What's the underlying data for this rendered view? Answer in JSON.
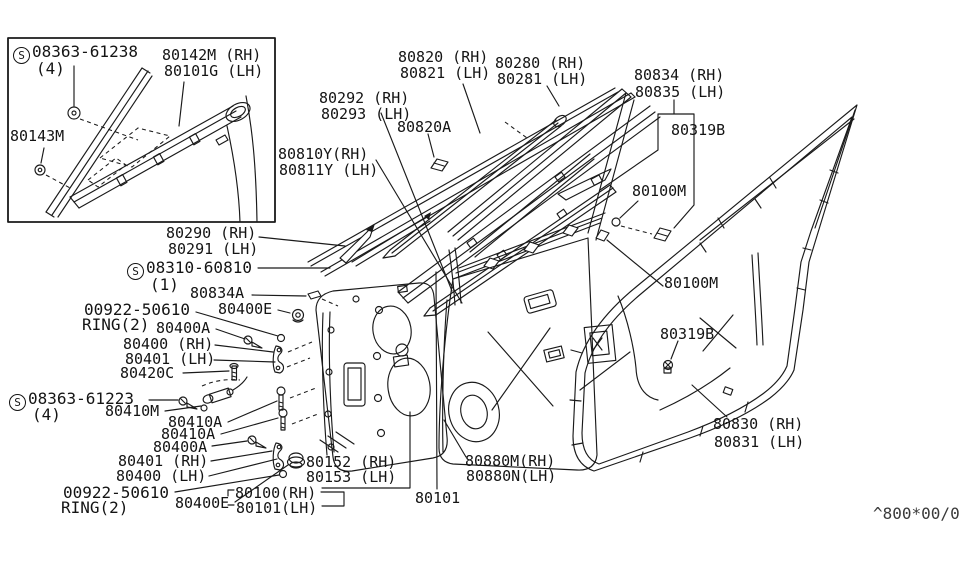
{
  "diagram": {
    "screw_symbol": "S",
    "watermark": "^800*00/0",
    "labels": [
      {
        "name": "inset-screw-code",
        "text": "08363-61238"
      },
      {
        "name": "inset-screw-qty",
        "text": "(4)"
      },
      {
        "name": "part-80142m",
        "text": "80142M (RH)"
      },
      {
        "name": "part-80101g",
        "text": "80101G (LH)"
      },
      {
        "name": "part-80143m",
        "text": "80143M"
      },
      {
        "name": "part-80292",
        "text": "80292 (RH)"
      },
      {
        "name": "part-80293",
        "text": "80293 (LH)"
      },
      {
        "name": "part-80820",
        "text": "80820 (RH)"
      },
      {
        "name": "part-80821",
        "text": "80821 (LH)"
      },
      {
        "name": "part-80280",
        "text": "80280 (RH)"
      },
      {
        "name": "part-80281",
        "text": "80281 (LH)"
      },
      {
        "name": "part-80820a",
        "text": "80820A"
      },
      {
        "name": "part-80810y",
        "text": "80810Y(RH)"
      },
      {
        "name": "part-80811y",
        "text": "80811Y (LH)"
      },
      {
        "name": "part-80834",
        "text": "80834 (RH)"
      },
      {
        "name": "part-80835",
        "text": "80835 (LH)"
      },
      {
        "name": "part-80319b-top",
        "text": "80319B"
      },
      {
        "name": "part-80100m-upper",
        "text": "80100M"
      },
      {
        "name": "part-80100m-lower",
        "text": "80100M"
      },
      {
        "name": "part-80319b-lower",
        "text": "80319B"
      },
      {
        "name": "part-80290",
        "text": "80290 (RH)"
      },
      {
        "name": "part-80291",
        "text": "80291 (LH)"
      },
      {
        "name": "screw-code-60810",
        "text": "08310-60810"
      },
      {
        "name": "screw-qty-60810",
        "text": "(1)"
      },
      {
        "name": "part-80834a",
        "text": "80834A"
      },
      {
        "name": "ring-code-upper",
        "text": "00922-50610"
      },
      {
        "name": "ring-qty-upper",
        "text": "RING(2)"
      },
      {
        "name": "part-80400e-upper",
        "text": "80400E"
      },
      {
        "name": "part-80400a-upper",
        "text": "80400A"
      },
      {
        "name": "part-80400-rh",
        "text": "80400 (RH)"
      },
      {
        "name": "part-80401-lh",
        "text": "80401 (LH)"
      },
      {
        "name": "part-80420c",
        "text": "80420C"
      },
      {
        "name": "screw-code-61223",
        "text": "08363-61223"
      },
      {
        "name": "screw-qty-61223",
        "text": "(4)"
      },
      {
        "name": "part-80410m",
        "text": "80410M"
      },
      {
        "name": "part-80410a-1",
        "text": "80410A"
      },
      {
        "name": "part-80410a-2",
        "text": "80410A"
      },
      {
        "name": "part-80400a-lower",
        "text": "80400A"
      },
      {
        "name": "part-80401-rh",
        "text": "80401 (RH)"
      },
      {
        "name": "part-80400-lh",
        "text": "80400 (LH)"
      },
      {
        "name": "ring-code-lower",
        "text": "00922-50610"
      },
      {
        "name": "ring-qty-lower",
        "text": "RING(2)"
      },
      {
        "name": "part-80400e-lower",
        "text": "80400E"
      },
      {
        "name": "part-80100-rh",
        "text": "80100(RH)"
      },
      {
        "name": "part-80101-lh",
        "text": "80101(LH)"
      },
      {
        "name": "part-80152",
        "text": "80152 (RH)"
      },
      {
        "name": "part-80153",
        "text": "80153 (LH)"
      },
      {
        "name": "part-80101-center",
        "text": "80101"
      },
      {
        "name": "part-80880m",
        "text": "80880M(RH)"
      },
      {
        "name": "part-80880n",
        "text": "80880N(LH)"
      },
      {
        "name": "part-80830",
        "text": "80830 (RH)"
      },
      {
        "name": "part-80831",
        "text": "80831 (LH)"
      }
    ]
  }
}
